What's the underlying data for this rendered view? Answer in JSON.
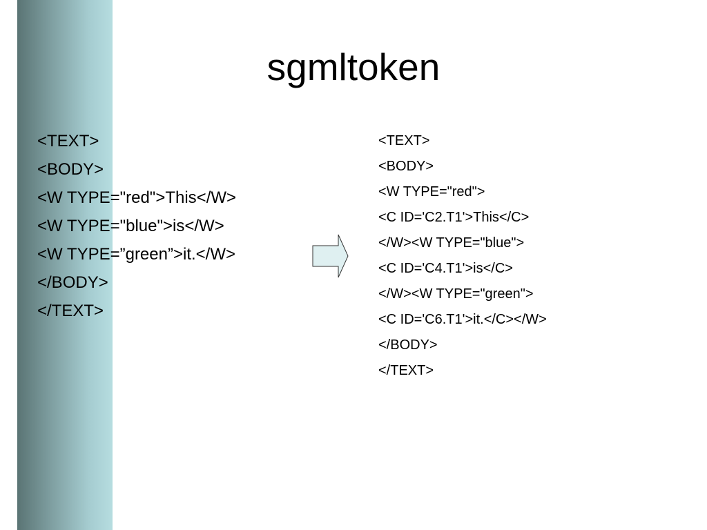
{
  "slide": {
    "title": "sgmltoken"
  },
  "left_code": [
    "<TEXT>",
    "<BODY>",
    "<W TYPE=\"red\">This</W>",
    "<W TYPE=\"blue\">is</W>",
    "<W TYPE=”green”>it.</W>",
    "</BODY>",
    "</TEXT>"
  ],
  "right_code": [
    "<TEXT>",
    "<BODY>",
    "<W TYPE=\"red\">",
    "<C ID='C2.T1'>This</C>",
    "</W><W TYPE=\"blue\">",
    "<C ID='C4.T1'>is</C>",
    "</W><W TYPE=\"green\">",
    "<C ID='C6.T1'>it.</C></W>",
    "</BODY>",
    "</TEXT>"
  ],
  "icons": {
    "arrow": "right-arrow-icon"
  },
  "colors": {
    "band_dark": "#5a7474",
    "band_light": "#b6dde0",
    "arrow_fill": "#dff0f1",
    "arrow_stroke": "#333333"
  }
}
